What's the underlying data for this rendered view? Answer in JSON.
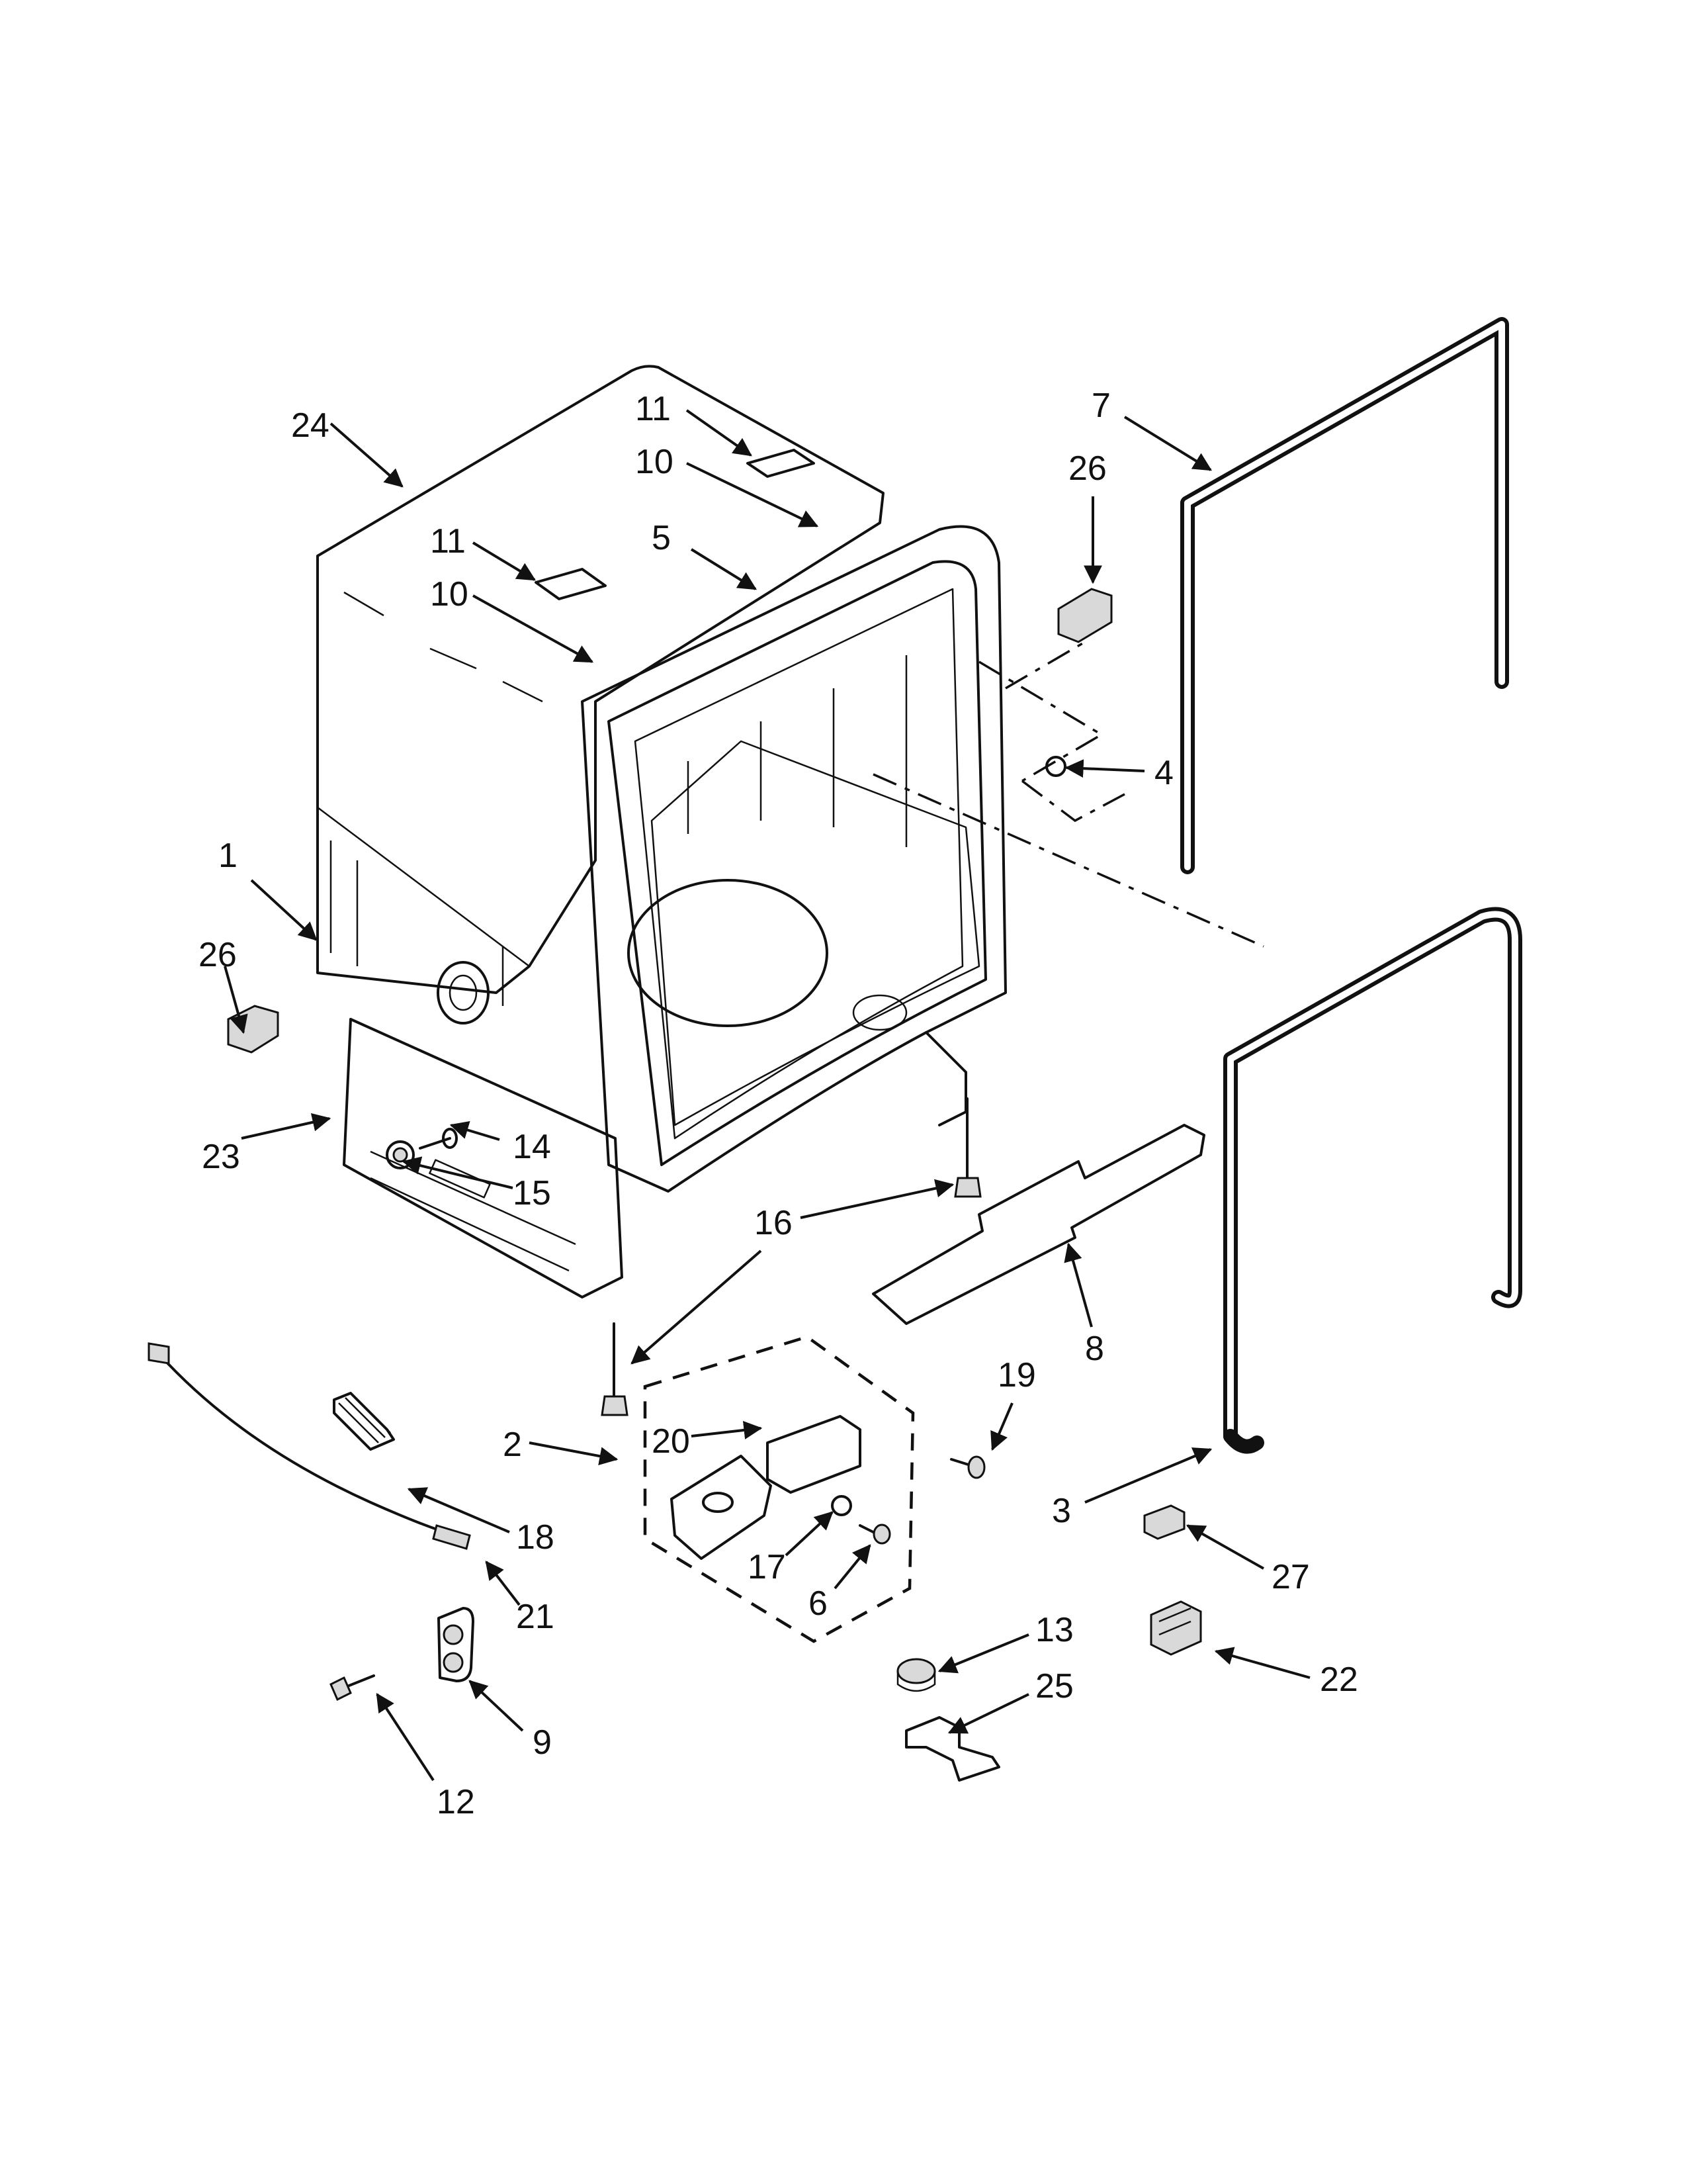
{
  "diagram": {
    "parts": [
      {
        "key": "p24",
        "label": "24"
      },
      {
        "key": "p11a",
        "label": "11"
      },
      {
        "key": "p10a",
        "label": "10"
      },
      {
        "key": "p11b",
        "label": "11"
      },
      {
        "key": "p10b",
        "label": "10"
      },
      {
        "key": "p5",
        "label": "5"
      },
      {
        "key": "p7",
        "label": "7"
      },
      {
        "key": "p26a",
        "label": "26"
      },
      {
        "key": "p4",
        "label": "4"
      },
      {
        "key": "p1",
        "label": "1"
      },
      {
        "key": "p26b",
        "label": "26"
      },
      {
        "key": "p23",
        "label": "23"
      },
      {
        "key": "p14",
        "label": "14"
      },
      {
        "key": "p15",
        "label": "15"
      },
      {
        "key": "p16",
        "label": "16"
      },
      {
        "key": "p8",
        "label": "8"
      },
      {
        "key": "p19",
        "label": "19"
      },
      {
        "key": "p2",
        "label": "2"
      },
      {
        "key": "p20",
        "label": "20"
      },
      {
        "key": "p3",
        "label": "3"
      },
      {
        "key": "p18",
        "label": "18"
      },
      {
        "key": "p17",
        "label": "17"
      },
      {
        "key": "p6",
        "label": "6"
      },
      {
        "key": "p27",
        "label": "27"
      },
      {
        "key": "p21",
        "label": "21"
      },
      {
        "key": "p13",
        "label": "13"
      },
      {
        "key": "p25",
        "label": "25"
      },
      {
        "key": "p22",
        "label": "22"
      },
      {
        "key": "p9",
        "label": "9"
      },
      {
        "key": "p12",
        "label": "12"
      }
    ]
  }
}
